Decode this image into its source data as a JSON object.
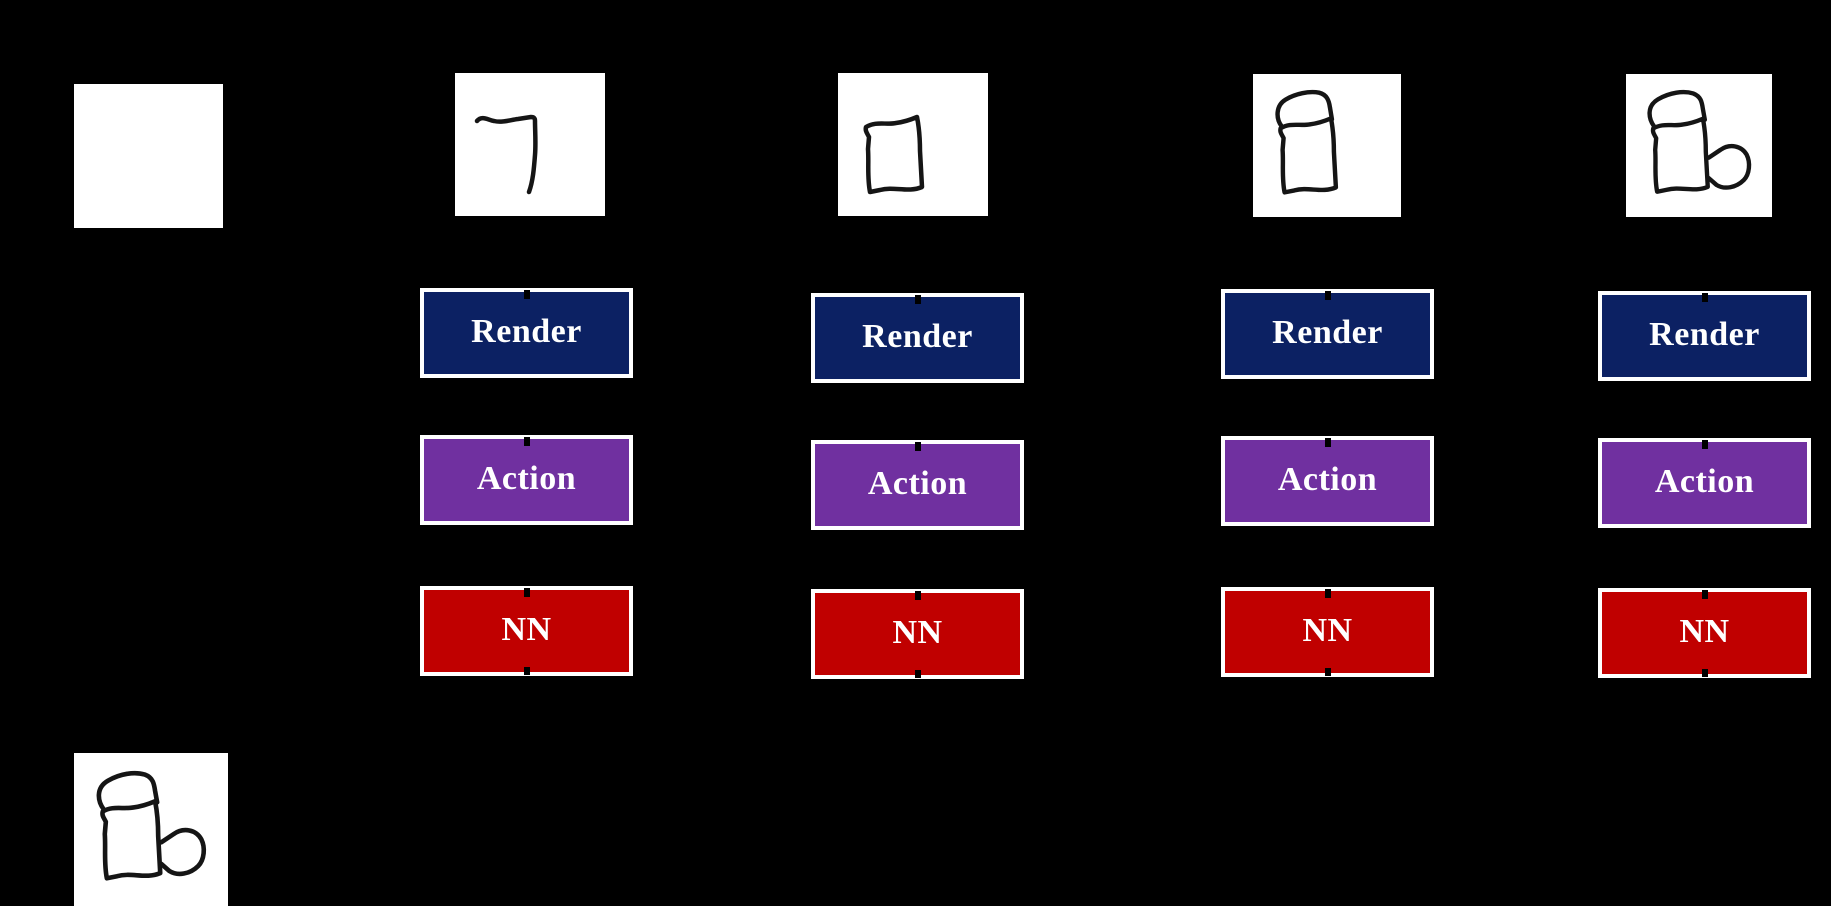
{
  "figure": {
    "description": "Sketch-generation pipeline diagram: an agent iteratively draws a mug sketch over timesteps; each step passes the canvas through Render, Action and NN blocks; target mug sketch shown at bottom left.",
    "box_labels": {
      "render": "Render",
      "action": "Action",
      "nn": "NN"
    },
    "colors": {
      "background": "#000000",
      "render_fill": "#0c2163",
      "action_fill": "#7030a0",
      "nn_fill": "#c00000",
      "box_border": "#ffffff",
      "label_text": "#ffffff",
      "canvas_fill": "#ffffff",
      "sketch_stroke": "#151515"
    },
    "canvases": [
      {
        "content": "blank-canvas"
      },
      {
        "content": "first-stroke"
      },
      {
        "content": "mug-body-outline"
      },
      {
        "content": "mug-body-with-rim"
      },
      {
        "content": "complete-mug-with-handle"
      }
    ],
    "target_canvas": {
      "content": "reference-mug-sketch"
    },
    "pipeline_columns": 4,
    "rows": [
      "canvas",
      "render",
      "action",
      "nn"
    ]
  }
}
